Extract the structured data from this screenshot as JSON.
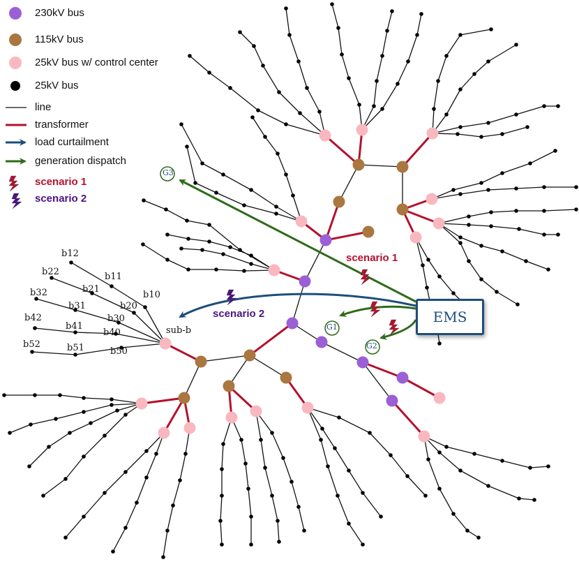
{
  "legend": {
    "bus230": "230kV bus",
    "bus115": "115kV bus",
    "bus25cc": "25kV bus w/ control center",
    "bus25": "25kV bus",
    "line": "line",
    "transformer": "transformer",
    "load_curtailment": "load curtailment",
    "generation_dispatch": "generation dispatch",
    "scenario1": "scenario 1",
    "scenario2": "scenario 2"
  },
  "colors": {
    "bus230": "#9b5fd6",
    "bus115": "#a9773f",
    "bus25cc": "#f9b8bf",
    "bus25": "#000000",
    "transformer": "#b3122e",
    "load_curtailment": "#1e4d7b",
    "generation_dispatch": "#2e6b1a",
    "scenario1": "#b3122e",
    "scenario2": "#4a1480"
  },
  "ems": {
    "label": "EMS"
  },
  "annotations": {
    "scenario1": "scenario 1",
    "scenario2": "scenario 2"
  },
  "generators": {
    "g1": "G1",
    "g2": "G2",
    "g3": "G3"
  },
  "sub_b": {
    "name": "sub-b",
    "buses": [
      "b10",
      "b11",
      "b12",
      "b20",
      "b21",
      "b22",
      "b30",
      "b31",
      "b32",
      "b40",
      "b41",
      "b42",
      "b50",
      "b51",
      "b52"
    ]
  }
}
